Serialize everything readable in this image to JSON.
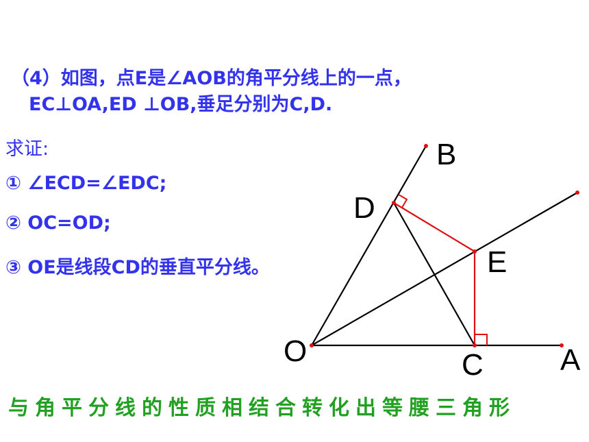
{
  "problem": {
    "line1": "（4）如图，点E是∠AOB的角平分线上的一点，",
    "line2": "EC⊥OA,ED ⊥OB,垂足分别为C,D.",
    "prove_label": "求证:",
    "claims": [
      "①  ∠ECD=∠EDC;",
      "②   OC=OD;",
      "③   OE是线段CD的垂直平分线。"
    ]
  },
  "figure": {
    "labels": {
      "B": "B",
      "D": "D",
      "E": "E",
      "O": "O",
      "C": "C",
      "A": "A"
    },
    "colors": {
      "ray": "#000000",
      "perpendicular": "#e01010",
      "point": "#e01010"
    }
  },
  "conclusion": "与角平分线的性质相结合转化出等腰三角形",
  "colors": {
    "problem_text": "#3333ee",
    "conclusion_text": "#22a022"
  }
}
